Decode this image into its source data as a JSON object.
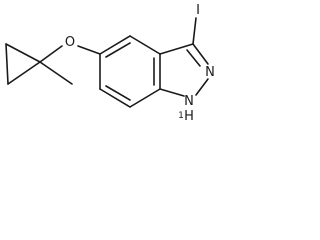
{
  "molecule": {
    "atoms": {
      "oxygen": "O",
      "iodine": "I",
      "nitrogen_2": "N",
      "nitrogen_1": "N",
      "nh_hydrogen": "H"
    },
    "nh_locant": "1"
  }
}
